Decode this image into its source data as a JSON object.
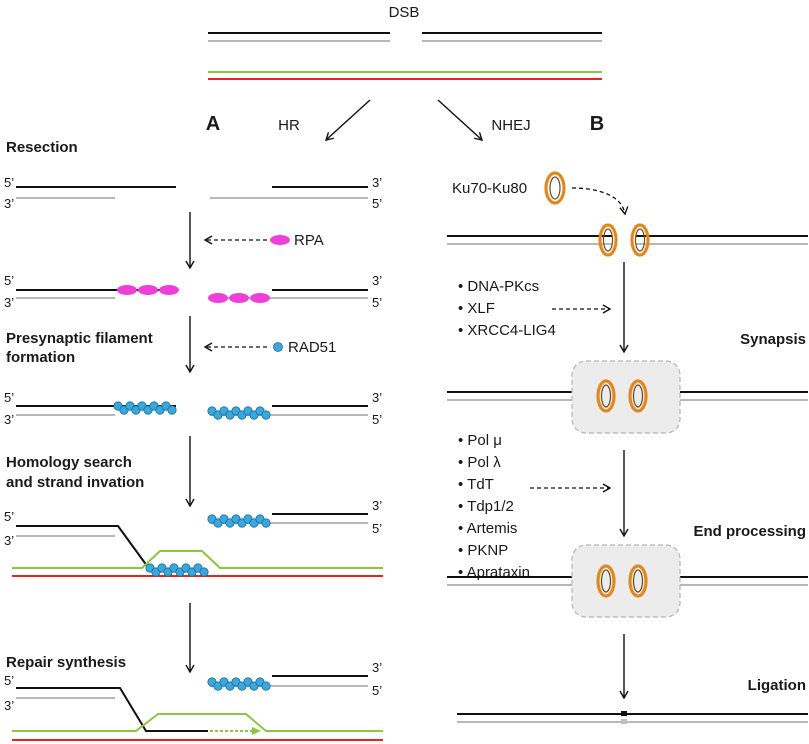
{
  "title": "DSB",
  "pathways": {
    "hr": {
      "label": "HR",
      "panel": "A"
    },
    "nhej": {
      "label": "NHEJ",
      "panel": "B"
    }
  },
  "hr_steps": {
    "resection": "Resection",
    "presynaptic_1": "Presynaptic filament",
    "presynaptic_2": "formation",
    "homology_1": "Homology search",
    "homology_2": "and strand invation",
    "repair": "Repair synthesis"
  },
  "proteins": {
    "rpa": "RPA",
    "rad51": "RAD51",
    "ku": "Ku70-Ku80"
  },
  "ends": {
    "five": "5’",
    "three": "3’"
  },
  "nhej_synapsis_factors": [
    "DNA-PKcs",
    "XLF",
    "XRCC4-LIG4"
  ],
  "nhej_processing_factors": [
    "Pol μ",
    "Pol λ",
    "TdT",
    "Tdp1/2",
    "Artemis",
    "PKNP",
    "Aprataxin"
  ],
  "nhej_steps": {
    "synapsis": "Synapsis",
    "end_processing": "End processing",
    "ligation": "Ligation"
  },
  "colors": {
    "black_strand": "#111111",
    "grey_strand": "#b8b8b8",
    "green_strand": "#8cc63f",
    "red_strand": "#e8241c",
    "rpa": "#ee3fd8",
    "rad51": "#3ba8dc",
    "ku": "#e08a1e"
  }
}
